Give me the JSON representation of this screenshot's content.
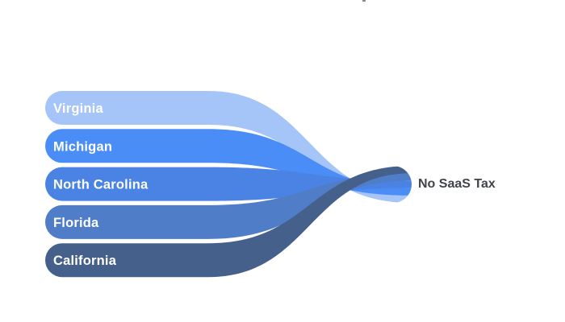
{
  "page": {
    "background": "#ffffff"
  },
  "chart_data": {
    "type": "sankey",
    "title": "",
    "direction": "left-to-right",
    "nodes": [
      {
        "id": "virginia",
        "label": "Virginia",
        "color": "#a5c4f7",
        "side": "source"
      },
      {
        "id": "michigan",
        "label": "Michigan",
        "color": "#4b8df7",
        "side": "source"
      },
      {
        "id": "north-carolina",
        "label": "North Carolina",
        "color": "#4a83e3",
        "side": "source"
      },
      {
        "id": "florida",
        "label": "Florida",
        "color": "#4f7dc8",
        "side": "source"
      },
      {
        "id": "california",
        "label": "California",
        "color": "#46608c",
        "side": "source"
      },
      {
        "id": "no-saas-tax",
        "label": "No SaaS Tax",
        "color": "#404449",
        "side": "target"
      }
    ],
    "links": [
      {
        "source": "Virginia",
        "target": "No SaaS Tax",
        "value": 1
      },
      {
        "source": "Michigan",
        "target": "No SaaS Tax",
        "value": 1
      },
      {
        "source": "North Carolina",
        "target": "No SaaS Tax",
        "value": 1
      },
      {
        "source": "Florida",
        "target": "No SaaS Tax",
        "value": 1
      },
      {
        "source": "California",
        "target": "No SaaS Tax",
        "value": 1
      }
    ],
    "layout_hints": {
      "crossing": "source order is reversed at target (top source ends at bottom of target)",
      "source_node_shape": "rounded pill, left end fully rounded",
      "target_node_shape": "stacked ribbons with fully rounded right end"
    },
    "styles": {
      "node_label_color": "#ffffff",
      "target_label_color": "#404449"
    }
  }
}
